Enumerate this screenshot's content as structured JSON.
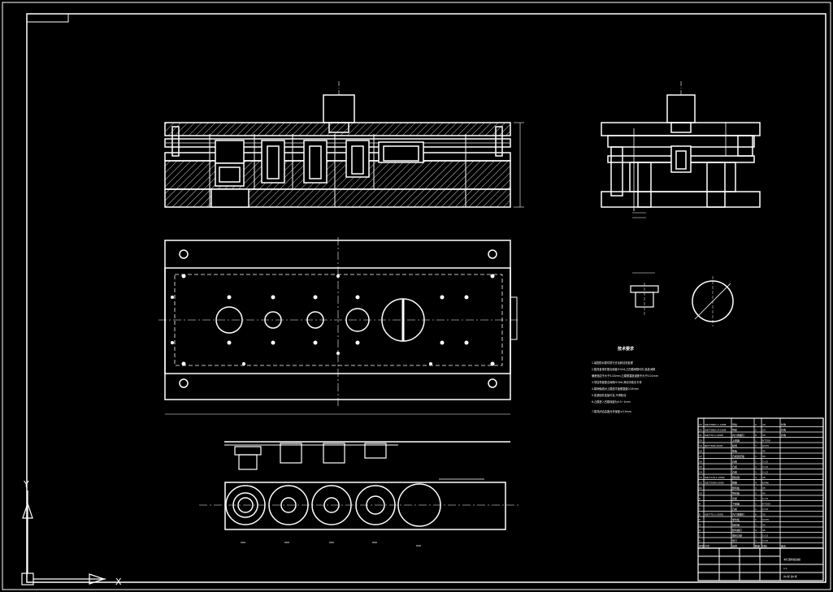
{
  "drawing": {
    "background": "#000000",
    "line_color": "#ffffff",
    "center_line_color": "#cfcfcf"
  },
  "notes": {
    "title": "技术要求",
    "lines": [
      "1.装配前对零件进行去毛刺清洗处理",
      "2.模具各零件配合精度H7/h6,凸凹模间隙均匀,各处间隙",
      "  偏差值应不大于0.02mm,凸模垂直度误差不大于0.01mm",
      "3.导柱导套配合间隙H7/h6,滑动平稳无卡滞",
      "4.模柄轴线对上模座平面垂直度0.05mm",
      "5.各紧固件连接可靠,不得松动",
      "6.凸模进入凹模深度为0.5~1mm",
      "7.模具闭合高度允许误差±0.5mm"
    ]
  },
  "ucs": {
    "x_label": "X",
    "y_label": "Y"
  },
  "parts_list": {
    "rows": [
      [
        "23",
        "GB/T2861.1-2008",
        "导柱",
        "2",
        "20",
        "外购"
      ],
      [
        "22",
        "GB/T2861.6-2008",
        "导套",
        "2",
        "20",
        "外购"
      ],
      [
        "21",
        "GB/T70.1-2008",
        "内六角螺钉",
        "8",
        "35",
        "外购"
      ],
      [
        "20",
        "",
        "上模座",
        "1",
        "HT200",
        ""
      ],
      [
        "19",
        "JB/T7646-2008",
        "模柄",
        "1",
        "Q235",
        ""
      ],
      [
        "18",
        "",
        "垫板",
        "1",
        "45",
        ""
      ],
      [
        "17",
        "",
        "凸模固定板",
        "1",
        "45",
        ""
      ],
      [
        "16",
        "",
        "凸模",
        "1",
        "Cr12",
        ""
      ],
      [
        "15",
        "",
        "凸模",
        "1",
        "Cr12",
        ""
      ],
      [
        "14",
        "",
        "凸模",
        "1",
        "Cr12",
        ""
      ],
      [
        "13",
        "GB/T119.1-2000",
        "圆柱销",
        "4",
        "45",
        ""
      ],
      [
        "12",
        "GB/T2089-2009",
        "弹簧",
        "4",
        "65Mn",
        ""
      ],
      [
        "11",
        "",
        "卸料板",
        "1",
        "45",
        ""
      ],
      [
        "10",
        "",
        "导料板",
        "2",
        "45",
        ""
      ],
      [
        "9",
        "",
        "凹模",
        "1",
        "Cr12",
        ""
      ],
      [
        "8",
        "",
        "下模座",
        "1",
        "HT200",
        ""
      ],
      [
        "7",
        "",
        "凸模",
        "1",
        "Cr12",
        ""
      ],
      [
        "6",
        "GB/T70.1-2008",
        "内六角螺钉",
        "6",
        "35",
        ""
      ],
      [
        "5",
        "",
        "承料板",
        "1",
        "Q235",
        ""
      ],
      [
        "4",
        "",
        "挡料销",
        "1",
        "45",
        ""
      ],
      [
        "3",
        "",
        "卸料螺钉",
        "4",
        "45",
        ""
      ],
      [
        "2",
        "",
        "落料凸模",
        "1",
        "Cr12",
        ""
      ],
      [
        "1",
        "",
        "侧刃",
        "1",
        "Cr12",
        ""
      ]
    ],
    "header": [
      "序号",
      "代号",
      "名称",
      "数量",
      "材料",
      "备注"
    ]
  },
  "title_block": {
    "drawing_name": "冲孔落料级进模",
    "scale": "1:1",
    "sheet": "共1张 第1张"
  }
}
